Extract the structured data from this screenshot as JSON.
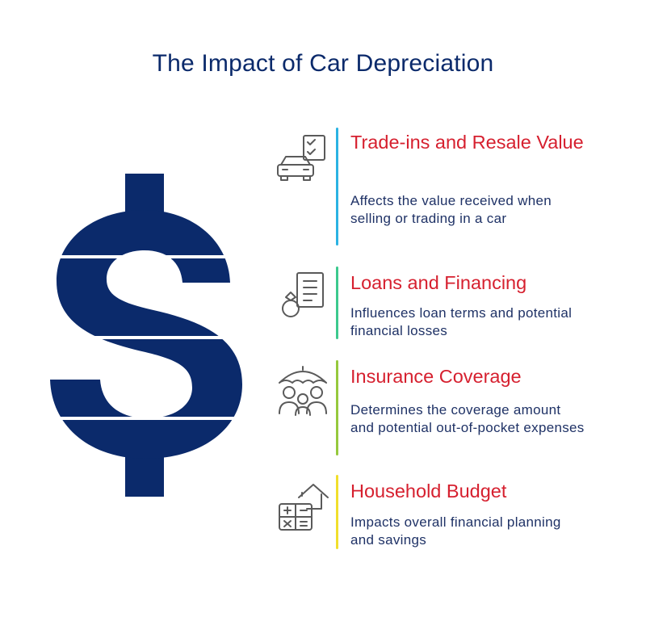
{
  "title": "The Impact of Car Depreciation",
  "accent_colors": {
    "title": "#0b2a6b",
    "heading": "#d6202f",
    "dollar": "#0b2a6b"
  },
  "items": [
    {
      "heading": "Trade-ins and Resale Value",
      "description": "Affects the value received when selling or trading in a car",
      "icon": "car-checklist-icon",
      "bar_color": "#2bb3e3"
    },
    {
      "heading": "Loans and Financing",
      "description": "Influences loan terms and potential financial losses",
      "icon": "ring-document-icon",
      "bar_color": "#3cc98e"
    },
    {
      "heading": "Insurance Coverage",
      "description": "Determines the coverage amount and potential out-of-pocket expenses",
      "icon": "family-umbrella-icon",
      "bar_color": "#96c93d"
    },
    {
      "heading": "Household Budget",
      "description": "Impacts overall financial planning and savings",
      "icon": "calculator-house-icon",
      "bar_color": "#f1df2c"
    }
  ]
}
